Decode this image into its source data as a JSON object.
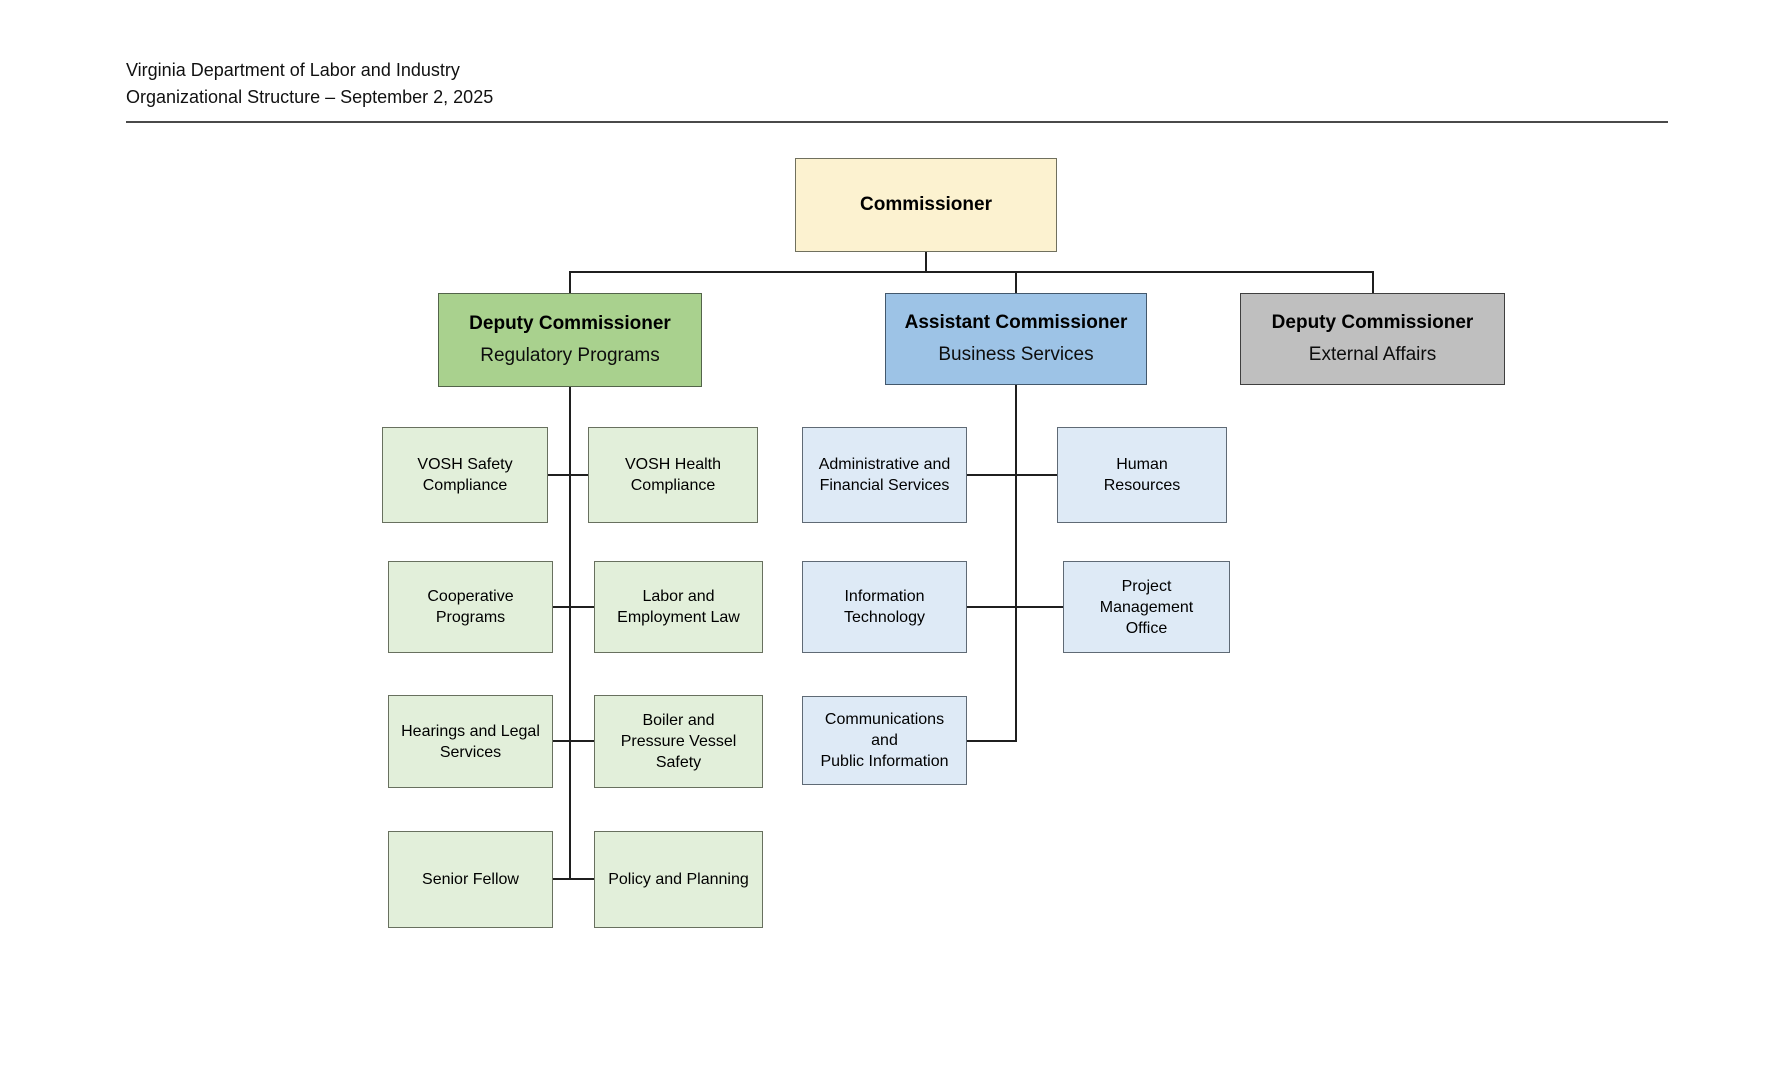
{
  "header": {
    "line1": "Virginia Department of Labor and Industry",
    "line2": "Organizational Structure – September 2, 2025"
  },
  "nodes": {
    "commissioner": {
      "title": "Commissioner"
    },
    "regulatory": {
      "title": "Deputy Commissioner",
      "subtitle": "Regulatory Programs"
    },
    "business": {
      "title": "Assistant Commissioner",
      "subtitle": "Business Services"
    },
    "external": {
      "title": "Deputy Commissioner",
      "subtitle": "External Affairs"
    },
    "regulatory_units": {
      "vosh_safety": "VOSH Safety\nCompliance",
      "vosh_health": "VOSH Health\nCompliance",
      "cooperative": "Cooperative\nPrograms",
      "labor_law": "Labor and\nEmployment Law",
      "hearings": "Hearings and Legal\nServices",
      "boiler": "Boiler and\nPressure Vessel\nSafety",
      "senior_fellow": "Senior Fellow",
      "policy": "Policy and Planning"
    },
    "business_units": {
      "admin_fin": "Administrative and\nFinancial Services",
      "hr": "Human\nResources",
      "it": "Information\nTechnology",
      "pmo": "Project\nManagement\nOffice",
      "comms": "Communications\nand\nPublic Information"
    }
  },
  "colors": {
    "root_fill": "#FCF2D0",
    "regulatory_fill": "#A9D18E",
    "business_fill": "#9DC3E6",
    "external_fill": "#BFBFBF",
    "regulatory_child_fill": "#E2EFDA",
    "business_child_fill": "#DEEAF6",
    "connector": "#1F1F1F",
    "border": "#595959",
    "title_rule": "#4A4A4A"
  }
}
